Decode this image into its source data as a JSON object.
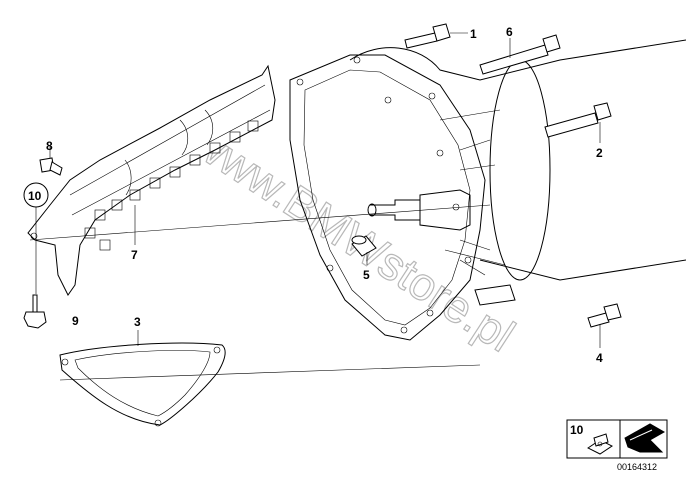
{
  "watermark": "www.BMWstore.pl",
  "callouts": [
    {
      "id": "1",
      "label": "1"
    },
    {
      "id": "2",
      "label": "2"
    },
    {
      "id": "3",
      "label": "3"
    },
    {
      "id": "4",
      "label": "4"
    },
    {
      "id": "5",
      "label": "5"
    },
    {
      "id": "6",
      "label": "6"
    },
    {
      "id": "7",
      "label": "7"
    },
    {
      "id": "8",
      "label": "8"
    },
    {
      "id": "9",
      "label": "9"
    },
    {
      "id": "10",
      "label": "10"
    }
  ],
  "legend_box": {
    "label": "10"
  },
  "doc_number": "00164312"
}
